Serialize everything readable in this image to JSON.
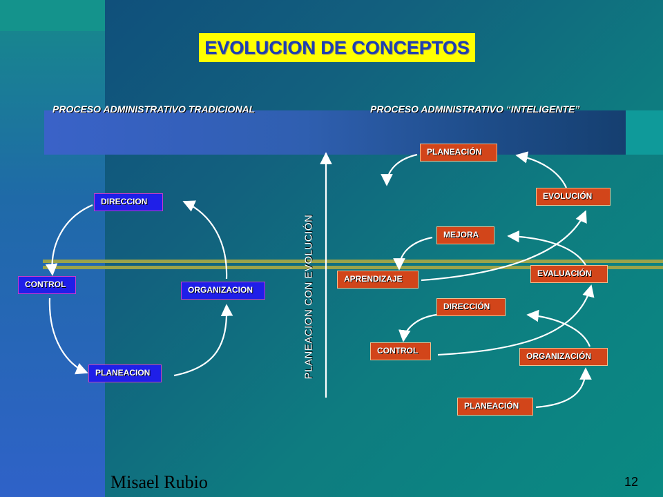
{
  "title": "EVOLUCION DE CONCEPTOS",
  "subtitles": {
    "left": "PROCESO ADMINISTRATIVO TRADICIONAL",
    "right": "PROCESO ADMINISTRATIVO “INTELIGENTE”"
  },
  "traditional": {
    "direccion": "DIRECCION",
    "control": "CONTROL",
    "organizacion": "ORGANIZACION",
    "planeacion": "PLANEACION"
  },
  "axis_label": "PLANEACION CON EVOLUCIÓN",
  "intelligent": {
    "planeacion_top": "PLANEACIÓN",
    "evolucion": "EVOLUCIÓN",
    "mejora": "MEJORA",
    "aprendizaje": "APRENDIZAJE",
    "evaluacion": "EVALUACIÓN",
    "direccion": "DIRECCIÓN",
    "control": "CONTROL",
    "organizacion": "ORGANIZACIÓN",
    "planeacion_bottom": "PLANEACIÓN"
  },
  "footer": {
    "author": "Misael Rubio",
    "page_number": "12"
  },
  "colors": {
    "title_bg": "#ffff00",
    "title_text": "#1d3fb0",
    "traditional_box": "#1f1fe8",
    "intelligent_box": "#d2451a",
    "arrow": "#ffffff"
  }
}
